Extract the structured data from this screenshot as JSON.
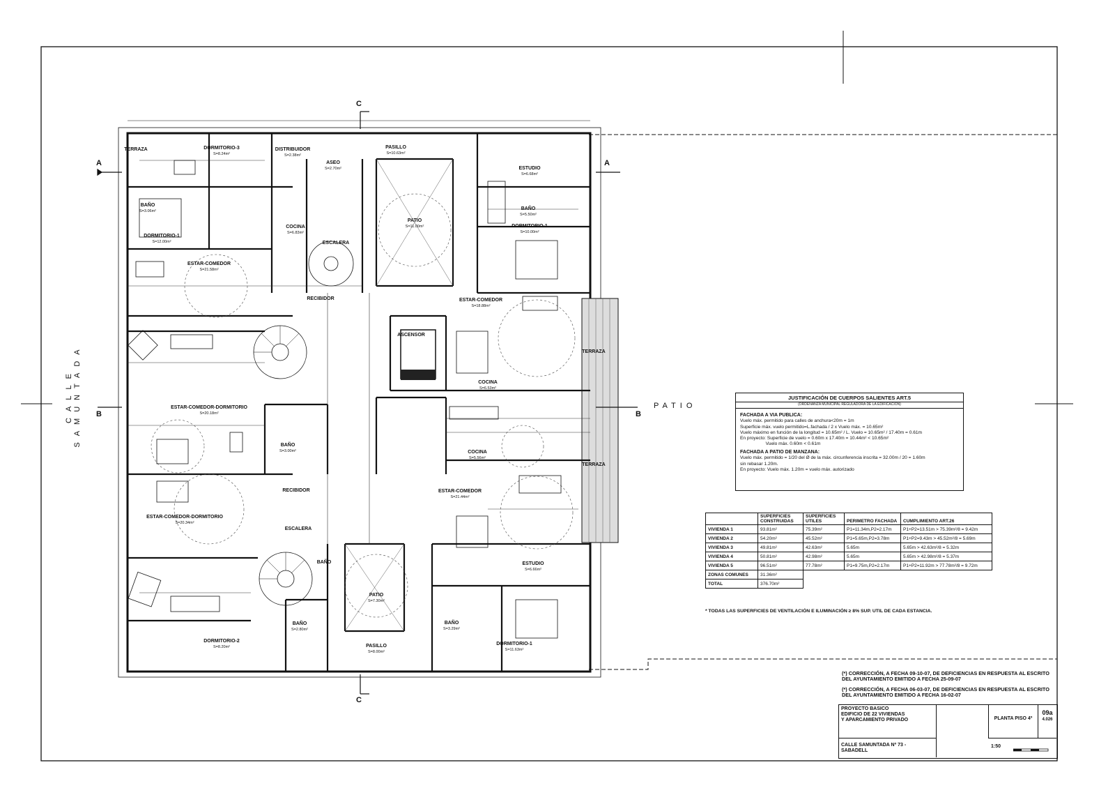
{
  "drawing": {
    "street": "CALLE SAMUNTADA",
    "patio_label": "PATIO",
    "cut_a": "A",
    "cut_b": "B",
    "cut_c": "C",
    "rooms": [
      {
        "name": "DORMITORIO-3",
        "area": "S=8.24m²"
      },
      {
        "name": "DISTRIBUIDOR",
        "area": "S=2.38m²"
      },
      {
        "name": "ASEO",
        "area": "S=2.70m²"
      },
      {
        "name": "PASILLO",
        "area": "S=10.63m²"
      },
      {
        "name": "ESTUDIO",
        "area": "S=6.68m²"
      },
      {
        "name": "BAÑO",
        "area": "S=3.06m²"
      },
      {
        "name": "DORMITORIO-1",
        "area": "S=12.00m²"
      },
      {
        "name": "COCINA",
        "area": "S=6.83m²"
      },
      {
        "name": "PATIO",
        "area": "S=11.00m²"
      },
      {
        "name": "BAÑO",
        "area": "S=5.50m²"
      },
      {
        "name": "DORMITORIO-1",
        "area": "S=10.00m²"
      },
      {
        "name": "ESTAR-COMEDOR",
        "area": "S=21.58m²"
      },
      {
        "name": "ESCALERA",
        "area": ""
      },
      {
        "name": "ESTAR-COMEDOR",
        "area": "S=18.88m²"
      },
      {
        "name": "RECIBIDOR",
        "area": ""
      },
      {
        "name": "ASCENSOR",
        "area": ""
      },
      {
        "name": "COCINA",
        "area": "S=6.53m²"
      },
      {
        "name": "ESTAR-COMEDOR-DORMITORIO",
        "area": "S=20.18m²"
      },
      {
        "name": "BAÑO",
        "area": "S=3.00m²"
      },
      {
        "name": "COCINA",
        "area": "S=5.56m²"
      },
      {
        "name": "ESTAR-COMEDOR",
        "area": "S=21.44m²"
      },
      {
        "name": "RECIBIDOR",
        "area": ""
      },
      {
        "name": "ESTAR-COMEDOR-DORMITORIO",
        "area": "S=20.34m²"
      },
      {
        "name": "ESCALERA",
        "area": ""
      },
      {
        "name": "BAÑO",
        "area": ""
      },
      {
        "name": "PATIO",
        "area": "S=7.30m²"
      },
      {
        "name": "ESTUDIO",
        "area": "S=6.66m²"
      },
      {
        "name": "DORMITORIO-2",
        "area": "S=8.20m²"
      },
      {
        "name": "BAÑO",
        "area": "S=2.80m²"
      },
      {
        "name": "PASILLO",
        "area": "S=8.00m²"
      },
      {
        "name": "BAÑO",
        "area": "S=3.29m²"
      },
      {
        "name": "DORMITORIO-1",
        "area": "S=11.63m²"
      },
      {
        "name": "TERRAZA",
        "area": ""
      },
      {
        "name": "TERRAZA",
        "area": ""
      },
      {
        "name": "TERRAZA",
        "area": ""
      }
    ]
  },
  "justification": {
    "title": "JUSTIFICACIÓN DE CUERPOS SALIENTES ART.5",
    "subtitle": "(ORDENANZA MUNICIPAL REGULADORA DE LA EDIFICACIÓN)",
    "section1": "FACHADA A VIA PUBLICA:",
    "lines1": [
      "Vuelo máx. permitido para calles de anchura<20m = 1m",
      "Superficie máx. vuelo permitido=L.fachada / 2 x Vuelo máx. = 10.65m²",
      "Vuelo máximo en función de la longitud = 10.65m² / L. Vuelo = 10.65m² / 17.40m = 0.61m",
      "En proyecto:  Superficie de vuelo = 0.60m x 17.40m = 10.44m² < 10.65m²",
      "                    Vuelo máx. 0.60m < 0.61m"
    ],
    "section2": "FACHADA A PATIO DE MANZANA:",
    "lines2": [
      "Vuelo máx. permitido = 1/20 del Ø de la máx. circunferencia inscrita = 32.00m / 20 = 1.60m",
      "sin rebasar 1.20m.",
      "En proyecto:  Vuelo máx. 1.20m = vuelo máx. autorizado"
    ]
  },
  "areas": {
    "headers": [
      "",
      "SUPERFICIES CONSTRUIDAS",
      "SUPERFICIES UTILES",
      "PERIMETRO FACHADA",
      "CUMPLIMIENTO ART.26"
    ],
    "rows": [
      [
        "VIVIENDA 1",
        "93.81m²",
        "75.39m²",
        "P1=11.34m,P2=2.17m",
        "P1+P2=13.51m > 75.39m²/8 = 9.42m"
      ],
      [
        "VIVIENDA 2",
        "54.20m²",
        "45.52m²",
        "P1=5.65m,P2=3.78m",
        "P1+P2=9.43m > 45.52m²/8 = 5.69m"
      ],
      [
        "VIVIENDA 3",
        "49.81m²",
        "42.63m²",
        "5.65m",
        "5.65m > 42.63m²/8 = 5.32m"
      ],
      [
        "VIVIENDA 4",
        "50.81m²",
        "42.98m²",
        "5.65m",
        "5.65m > 42.98m²/8 = 5.37m"
      ],
      [
        "VIVIENDA 5",
        "96.51m²",
        "77.78m²",
        "P1=9.75m,P2=2.17m",
        "P1+P2=11.92m > 77.78m²/8 = 9.72m"
      ],
      [
        "ZONAS COMUNES",
        "31.36m²",
        "",
        "",
        ""
      ],
      [
        "TOTAL",
        "376.70m²",
        "",
        "",
        ""
      ]
    ]
  },
  "note": "* TODAS LAS SUPERFICIES DE VENTILACIÓN E ILUMINACIÓN ≥ 8% SUP. UTIL DE CADA ESTANCIA.",
  "corrections": [
    "(*) CORRECCIÓN, A FECHA 09-10-07, DE DEFICIENCIAS EN RESPUESTA AL ESCRITO DEL AYUNTAMIENTO EMITIDO A FECHA 25-09-07",
    "(*) CORRECCIÓN, A FECHA 06-03-07, DE DEFICIENCIAS EN RESPUESTA AL ESCRITO DEL AYUNTAMIENTO EMITIDO A FECHA 16-02-07"
  ],
  "title_block": {
    "project": "PROYECTO BASICO",
    "building": "EDIFICIO DE 22 VIVIENDAS",
    "parking": "Y APARCAMIENTO PRIVADO",
    "address": "CALLE SAMUNTADA Nº 73 - SABADELL",
    "sheet_name": "PLANTA PISO 4º",
    "sheet_no": "09a",
    "code": "4.026",
    "scale": "1:50"
  }
}
